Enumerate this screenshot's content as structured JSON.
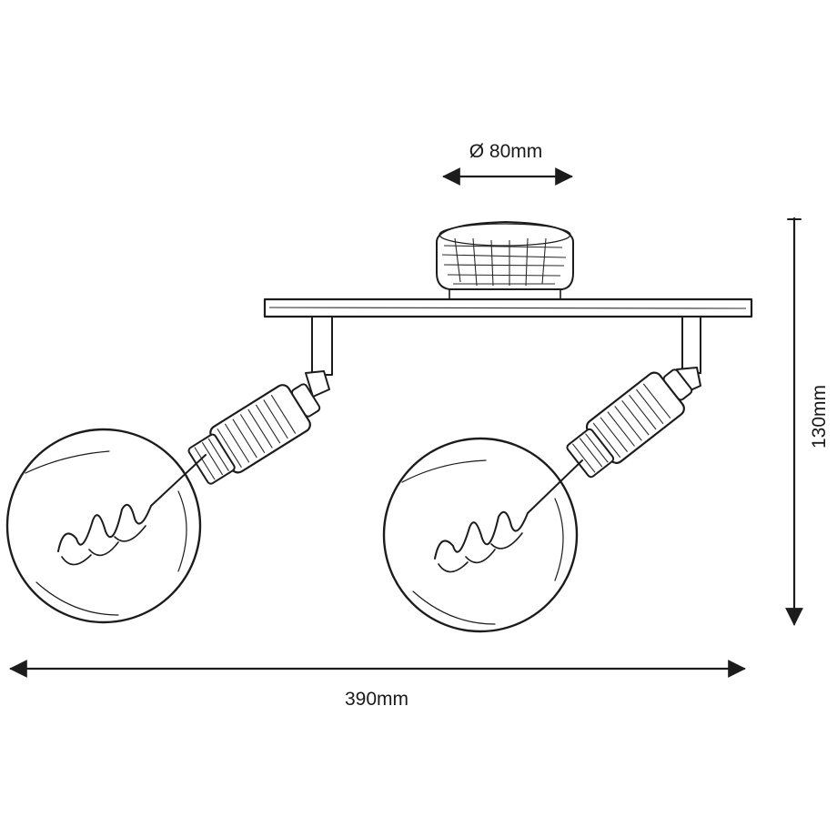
{
  "dimensions": {
    "diameter": "Ø 80mm",
    "height": "130mm",
    "width": "390mm"
  },
  "colors": {
    "ink": "#1c1c1c",
    "background": "#ffffff"
  }
}
